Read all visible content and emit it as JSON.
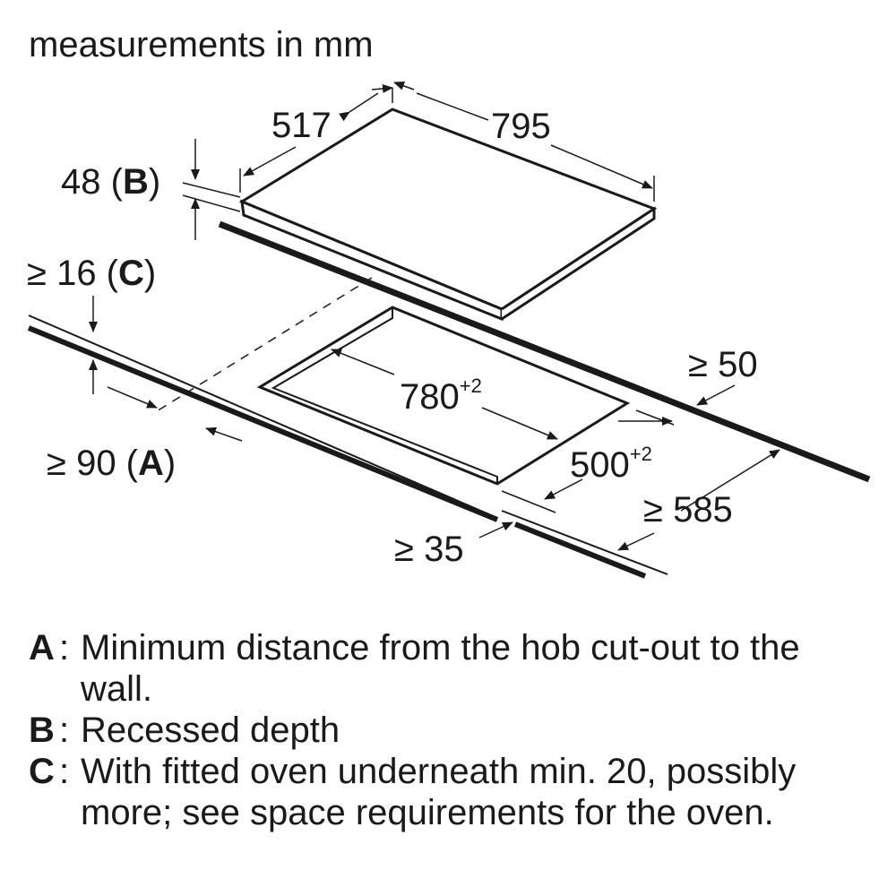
{
  "title": "measurements in mm",
  "dimensions": {
    "hob_depth": "517",
    "hob_width": "795",
    "recess_depth_value": "48",
    "recess_depth_key": "B",
    "oven_gap_value": "≥ 16",
    "oven_gap_key": "C",
    "cutout_width": "780",
    "cutout_width_tol": "+2",
    "cutout_depth": "500",
    "cutout_depth_tol": "+2",
    "rear_clearance": "≥ 50",
    "wall_distance_value": "≥ 90",
    "wall_distance_key": "A",
    "front_clearance": "≥ 35",
    "worktop_depth": "≥ 585"
  },
  "legend": [
    {
      "key": "A",
      "text": "Minimum distance from the hob cut-out to the wall."
    },
    {
      "key": "B",
      "text": "Recessed depth"
    },
    {
      "key": "C",
      "text": "With fitted oven underneath min. 20, possibly more; see space requirements for the oven."
    }
  ]
}
